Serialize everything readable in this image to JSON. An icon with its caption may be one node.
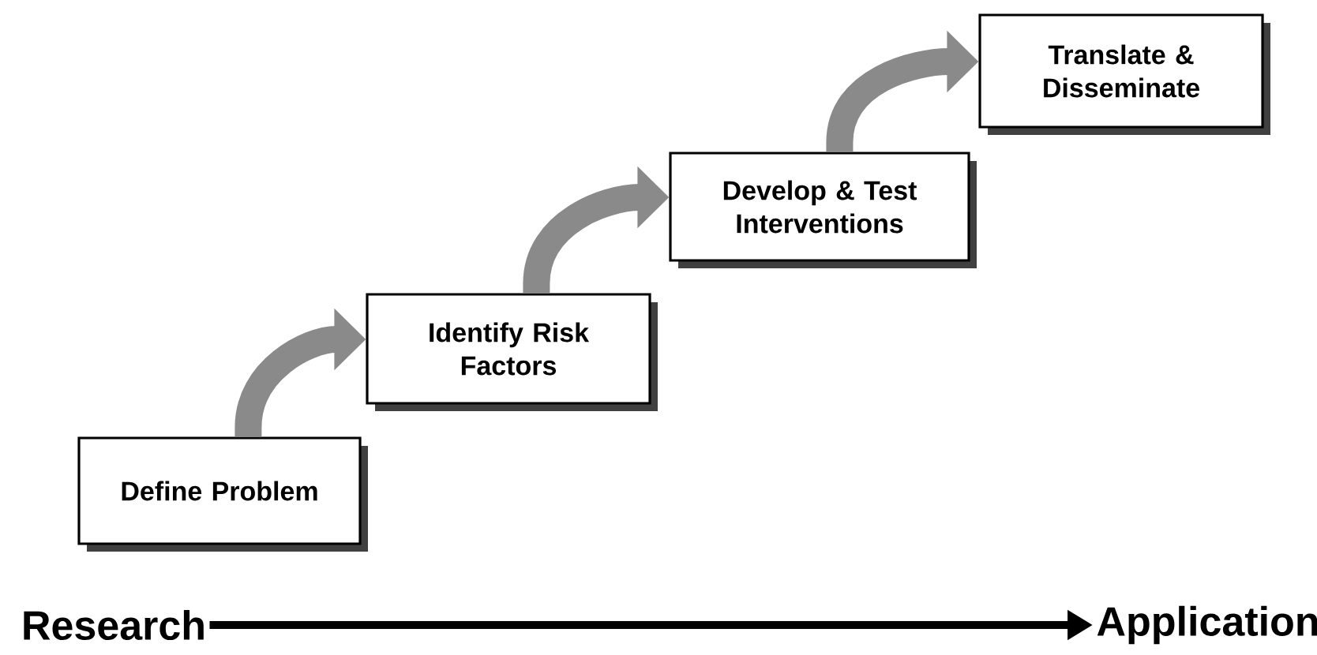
{
  "diagram": {
    "nodes": [
      {
        "text": [
          "Define Problem"
        ]
      },
      {
        "text": [
          "Identify Risk Factors"
        ]
      },
      {
        "text": [
          "Develop & Test Interventions"
        ]
      },
      {
        "text": [
          "Translate & Disseminate"
        ]
      },
      {
        "text": [
          "Research"
        ]
      },
      {
        "text": [
          "Application"
        ]
      }
    ],
    "edges": [
      {
        "from": 0,
        "to": 1,
        "arrow": "to"
      },
      {
        "from": 1,
        "to": 2,
        "arrow": "to"
      },
      {
        "from": 2,
        "to": 3,
        "arrow": "to"
      },
      {
        "from": 4,
        "to": 5,
        "arrow": "to",
        "color": "#000000"
      }
    ]
  }
}
